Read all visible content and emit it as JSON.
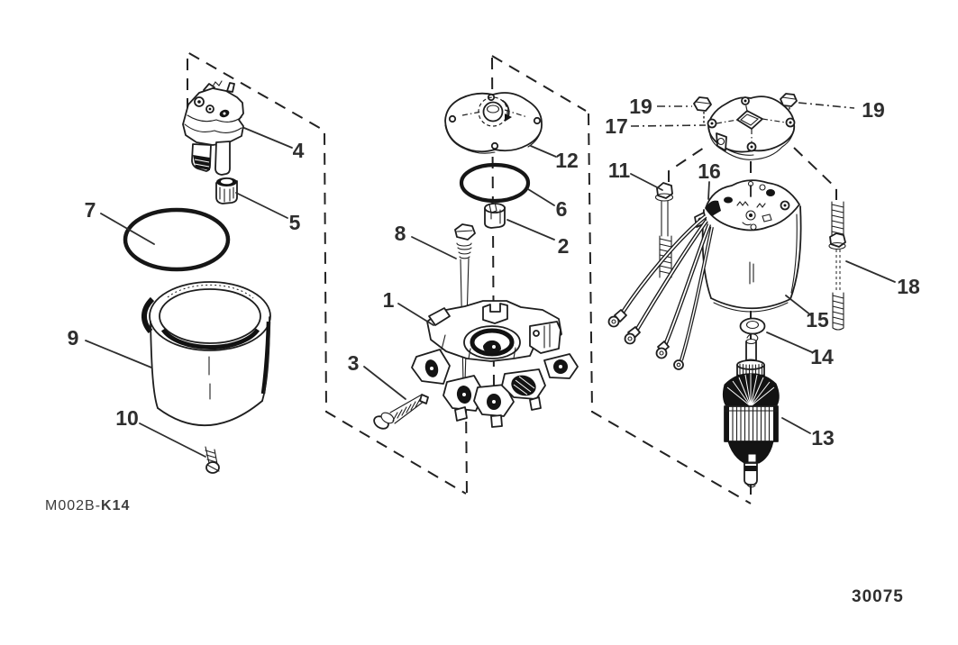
{
  "figure": {
    "drawing_code_prefix": "M002B-",
    "drawing_code_suffix": "K14",
    "figure_number": "30075"
  },
  "callouts": {
    "c1": {
      "label": "1"
    },
    "c2": {
      "label": "2"
    },
    "c3": {
      "label": "3"
    },
    "c4": {
      "label": "4"
    },
    "c5": {
      "label": "5"
    },
    "c6": {
      "label": "6"
    },
    "c7": {
      "label": "7"
    },
    "c8": {
      "label": "8"
    },
    "c9": {
      "label": "9"
    },
    "c10": {
      "label": "10"
    },
    "c11": {
      "label": "11"
    },
    "c12": {
      "label": "12"
    },
    "c13": {
      "label": "13"
    },
    "c14": {
      "label": "14"
    },
    "c15": {
      "label": "15"
    },
    "c16": {
      "label": "16"
    },
    "c17": {
      "label": "17"
    },
    "c18": {
      "label": "18"
    },
    "c19_left": {
      "label": "19"
    },
    "c19_right": {
      "label": "19"
    }
  }
}
